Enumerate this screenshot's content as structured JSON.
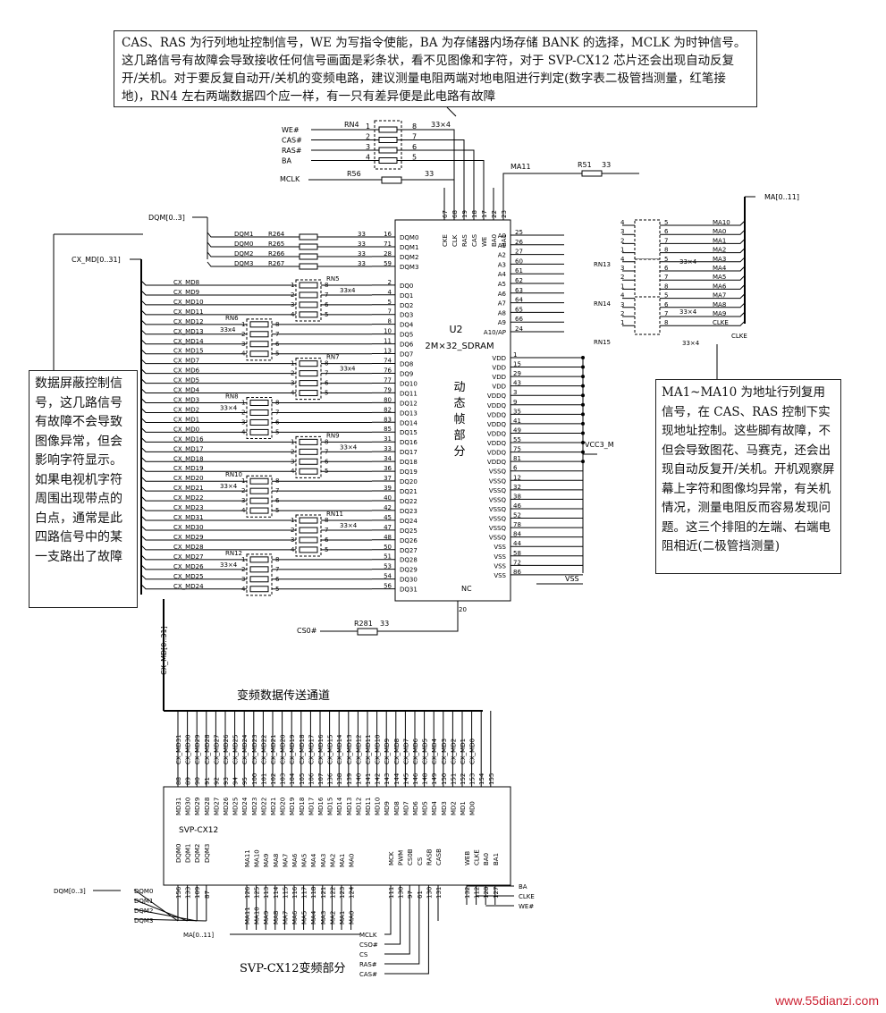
{
  "notes": {
    "top": "CAS、RAS 为行列地址控制信号，WE 为写指令使能，BA 为存储器内场存储 BANK 的选择，MCLK 为时钟信号。这几路信号有故障会导致接收任何信号画面是彩条状，看不见图像和字符，对于 SVP-CX12 芯片还会出现自动反复开/关机。对于要反复自动开/关机的变频电路，建议测量电阻两端对地电阻进行判定(数字表二极管挡测量，红笔接地)，RN4 左右两端数据四个应一样，有一只有差异便是此电路有故障",
    "left": "数据屏蔽控制信号，这几路信号有故障不会导致图像异常，但会影响字符显示。如果电视机字符周围出现带点的白点，通常是此四路信号中的某一支路出了故障",
    "right": "MA1~MA10 为地址行列复用信号，在 CAS、RAS 控制下实现地址控制。这些脚有故障，不但会导致图花、马赛克，还会出现自动反复开/关机。开机观察屏幕上字符和图像均异常，有关机情况，测量电阻反而容易发现问题。这三个排阻的左端、右端电阻相近(二极管挡测量)"
  },
  "u2": {
    "name": "U2",
    "type": "2M×32_SDRAM",
    "desc": [
      "动",
      "态",
      "帧",
      "部",
      "分"
    ],
    "top_pins": [
      {
        "n": "67",
        "s": "CKE"
      },
      {
        "n": "68",
        "s": "CLK"
      },
      {
        "n": "19",
        "s": "RAS"
      },
      {
        "n": "18",
        "s": "CAS"
      },
      {
        "n": "17",
        "s": "WE"
      },
      {
        "n": "22",
        "s": "BA0"
      },
      {
        "n": "23",
        "s": "BA1"
      }
    ],
    "left_pins": [
      [
        "DQM0",
        "16"
      ],
      [
        "DQM1",
        "71"
      ],
      [
        "DQM2",
        "28"
      ],
      [
        "DQM3",
        "59"
      ],
      [
        "DQ0",
        "2"
      ],
      [
        "DQ1",
        "4"
      ],
      [
        "DQ2",
        "5"
      ],
      [
        "DQ3",
        "7"
      ],
      [
        "DQ4",
        "8"
      ],
      [
        "DQ5",
        "10"
      ],
      [
        "DQ6",
        "11"
      ],
      [
        "DQ7",
        "13"
      ],
      [
        "DQ8",
        "74"
      ],
      [
        "DQ9",
        "76"
      ],
      [
        "DQ10",
        "77"
      ],
      [
        "DQ11",
        "79"
      ],
      [
        "DQ12",
        "80"
      ],
      [
        "DQ13",
        "82"
      ],
      [
        "DQ14",
        "83"
      ],
      [
        "DQ15",
        "85"
      ],
      [
        "DQ16",
        "31"
      ],
      [
        "DQ17",
        "33"
      ],
      [
        "DQ18",
        "34"
      ],
      [
        "DQ19",
        "36"
      ],
      [
        "DQ20",
        "37"
      ],
      [
        "DQ21",
        "39"
      ],
      [
        "DQ22",
        "40"
      ],
      [
        "DQ23",
        "42"
      ],
      [
        "DQ24",
        "45"
      ],
      [
        "DQ25",
        "47"
      ],
      [
        "DQ26",
        "48"
      ],
      [
        "DQ27",
        "50"
      ],
      [
        "DQ28",
        "51"
      ],
      [
        "DQ29",
        "53"
      ],
      [
        "DQ30",
        "54"
      ],
      [
        "DQ31",
        "56"
      ]
    ],
    "right_addr": [
      [
        "A0",
        "25"
      ],
      [
        "A1",
        "26"
      ],
      [
        "A2",
        "27"
      ],
      [
        "A3",
        "60"
      ],
      [
        "A4",
        "61"
      ],
      [
        "A5",
        "62"
      ],
      [
        "A6",
        "63"
      ],
      [
        "A7",
        "64"
      ],
      [
        "A8",
        "65"
      ],
      [
        "A9",
        "66"
      ],
      [
        "A10/AP",
        "24"
      ]
    ],
    "power": [
      [
        "VDD",
        "1"
      ],
      [
        "VDD",
        "15"
      ],
      [
        "VDD",
        "29"
      ],
      [
        "VDD",
        "43"
      ],
      [
        "VDDQ",
        "3"
      ],
      [
        "VDDQ",
        "9"
      ],
      [
        "VDDQ",
        "35"
      ],
      [
        "VDDQ",
        "41"
      ],
      [
        "VDDQ",
        "49"
      ],
      [
        "VDDQ",
        "55"
      ],
      [
        "VDDQ",
        "75"
      ],
      [
        "VDDQ",
        "81"
      ],
      [
        "VSSQ",
        "6"
      ],
      [
        "VSSQ",
        "12"
      ],
      [
        "VSSQ",
        "32"
      ],
      [
        "VSSQ",
        "38"
      ],
      [
        "VSSQ",
        "46"
      ],
      [
        "VSSQ",
        "52"
      ],
      [
        "VSSQ",
        "78"
      ],
      [
        "VSSQ",
        "84"
      ],
      [
        "VSS",
        "44"
      ],
      [
        "VSS",
        "58"
      ],
      [
        "VSS",
        "72"
      ],
      [
        "VSS",
        "86"
      ]
    ],
    "bottom_pin": "20",
    "nc_label": "NC",
    "vcc_label": "VCC3_M",
    "vss_label": "VSS"
  },
  "rn4": {
    "name": "RN4",
    "value": "33×4",
    "signals": [
      "WE#",
      "CAS#",
      "RAS#",
      "BA"
    ],
    "left_pins": [
      "1",
      "2",
      "3",
      "4"
    ],
    "right_pins": [
      "8",
      "7",
      "6",
      "5"
    ]
  },
  "r56": {
    "name": "R56",
    "value": "33",
    "signal": "MCLK"
  },
  "r51": {
    "name": "R51",
    "value": "33",
    "signal": "MA11"
  },
  "dqm": {
    "bus": "DQM[0..3]",
    "rows": [
      {
        "sig": "DQM1",
        "res": "R264"
      },
      {
        "sig": "DQM0",
        "res": "R265"
      },
      {
        "sig": "DQM2",
        "res": "R266"
      },
      {
        "sig": "DQM3",
        "res": "R267"
      }
    ],
    "value": "33"
  },
  "data_bus": "CX_MD[0..31]",
  "data_rows": [
    "CX_MD8",
    "CX_MD9",
    "CX_MD10",
    "CX_MD11",
    "CX_MD12",
    "CX_MD13",
    "CX_MD14",
    "CX_MD15",
    "CX_MD7",
    "CX_MD6",
    "CX_MD5",
    "CX_MD4",
    "CX_MD3",
    "CX_MD2",
    "CX_MD1",
    "CX_MD0",
    "CX_MD16",
    "CX_MD17",
    "CX_MD18",
    "CX_MD19",
    "CX_MD20",
    "CX_MD21",
    "CX_MD22",
    "CX_MD23",
    "CX_MD31",
    "CX_MD30",
    "CX_MD29",
    "CX_MD28",
    "CX_MD27",
    "CX_MD26",
    "CX_MD25",
    "CX_MD24"
  ],
  "data_rns": [
    {
      "name": "RN5",
      "value": "33x4",
      "side": "right"
    },
    {
      "name": "RN6",
      "value": "33x4",
      "side": "left"
    },
    {
      "name": "RN7",
      "value": "33x4",
      "side": "right"
    },
    {
      "name": "RN8",
      "value": "33×4",
      "side": "left"
    },
    {
      "name": "RN9",
      "value": "33×4",
      "side": "right"
    },
    {
      "name": "RN10",
      "value": "33×4",
      "side": "left"
    },
    {
      "name": "RN11",
      "value": "33×4",
      "side": "right"
    },
    {
      "name": "RN12",
      "value": "33×4",
      "side": "left"
    }
  ],
  "addr": {
    "bus": "MA[0..11]",
    "signals": [
      "MA10",
      "MA0",
      "MA1",
      "MA2",
      "MA3",
      "MA4",
      "MA5",
      "MA6",
      "MA7",
      "MA8",
      "MA9",
      "CLKE"
    ],
    "rn_names": [
      "RN13",
      "RN14",
      "RN15"
    ],
    "rn_value": "33×4"
  },
  "cs_res": {
    "name": "R281",
    "value": "33",
    "signal": "CS0#"
  },
  "channel_title": "变频数据传送通道",
  "svp": {
    "name": "SVP-CX12",
    "md_pins": [
      [
        "MD31",
        "CX_MD31",
        "88"
      ],
      [
        "MD30",
        "CX_MD30",
        "89"
      ],
      [
        "MD29",
        "CX_MD29",
        "90"
      ],
      [
        "MD28",
        "CX_MD28",
        "91"
      ],
      [
        "MD27",
        "CX_MD27",
        "92"
      ],
      [
        "MD26",
        "CX_MD26",
        "93"
      ],
      [
        "MD25",
        "CX_MD25",
        "94"
      ],
      [
        "MD24",
        "CX_MD24",
        "95"
      ],
      [
        "MD23",
        "CX_MD23",
        "100"
      ],
      [
        "MD22",
        "CX_MD22",
        "101"
      ],
      [
        "MD21",
        "CX_MD21",
        "102"
      ],
      [
        "MD20",
        "CX_MD20",
        "103"
      ],
      [
        "MD19",
        "CX_MD19",
        "104"
      ],
      [
        "MD18",
        "CX_MD18",
        "105"
      ],
      [
        "MD17",
        "CX_MD17",
        "106"
      ],
      [
        "MD16",
        "CX_MD16",
        "107"
      ],
      [
        "MD15",
        "CX_MD15",
        "136"
      ],
      [
        "MD14",
        "CX_MD14",
        "138"
      ],
      [
        "MD13",
        "CX_MD13",
        "139"
      ],
      [
        "MD12",
        "CX_MD12",
        "140"
      ],
      [
        "MD11",
        "CX_MD11",
        "141"
      ],
      [
        "MD10",
        "CX_MD10",
        "142"
      ],
      [
        "MD9",
        "CX_MD9",
        "143"
      ],
      [
        "MD8",
        "CX_MD8",
        "144"
      ],
      [
        "MD7",
        "CX_MD7",
        "145"
      ],
      [
        "MD6",
        "CX_MD6",
        "146"
      ],
      [
        "MD5",
        "CX_MD5",
        "148"
      ],
      [
        "MD4",
        "CX_MD4",
        "149"
      ],
      [
        "MD3",
        "CX_MD3",
        "150"
      ],
      [
        "MD2",
        "CX_MD2",
        "151"
      ],
      [
        "MD1",
        "CX_MD1",
        "152"
      ],
      [
        "MD0",
        "CX_MD0",
        "153"
      ],
      [
        "",
        "",
        "154"
      ],
      [
        "",
        "",
        "155"
      ]
    ],
    "dqm_pins": [
      [
        "DQM0",
        "156"
      ],
      [
        "DQM1",
        "133"
      ],
      [
        "DQM2",
        "109"
      ],
      [
        "DQM3",
        "87"
      ]
    ],
    "ma_pins": [
      [
        "MA11",
        "126"
      ],
      [
        "MA10",
        "125"
      ],
      [
        "MA9",
        "113"
      ],
      [
        "MA8",
        "114"
      ],
      [
        "MA7",
        "115"
      ],
      [
        "MA6",
        "116"
      ],
      [
        "MA5",
        "117"
      ],
      [
        "MA4",
        "118"
      ],
      [
        "MA3",
        "121"
      ],
      [
        "MA2",
        "122"
      ],
      [
        "MA1",
        "123"
      ],
      [
        "MA0",
        "124"
      ]
    ],
    "ctrl_pins": [
      [
        "MCK",
        "111"
      ],
      [
        "PWM",
        "130"
      ],
      [
        "CS0B",
        "97"
      ],
      [
        "CS",
        "61"
      ],
      [
        "RASB",
        "130"
      ],
      [
        "CASB",
        "131"
      ]
    ],
    "misc_pins": [
      [
        "WEB",
        "132"
      ],
      [
        "CLKE",
        "112"
      ],
      [
        "BA0",
        "128"
      ],
      [
        "BA1",
        "127"
      ]
    ],
    "out_labels": [
      "BA",
      "CLKE",
      "WE#"
    ],
    "ctrl_labels": [
      "MCLK",
      "CSO#",
      "CS",
      "RAS#",
      "CAS#"
    ],
    "dqm_bus": "DQM[0..3]",
    "ma_bus": "MA[0..11]",
    "md_bus": "CX_MD[0..31]",
    "section_title": "SVP-CX12变频部分"
  },
  "watermark": "www.55dianzi.com"
}
